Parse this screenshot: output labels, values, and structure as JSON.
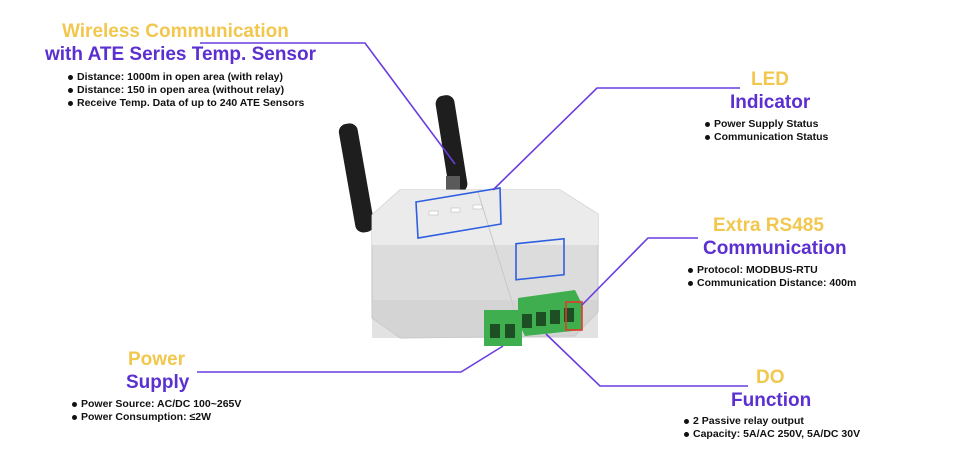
{
  "colors": {
    "highlight_yellow": "#f2c74e",
    "heading_purple": "#5b2fd0",
    "callout_line": "#6a3de0",
    "box_blue": "#2f5fe0",
    "box_green": "#3aa64a",
    "box_red": "#e03a2a"
  },
  "wireless": {
    "title_line1": "Wireless Communication",
    "title_line2": "with ATE Series Temp. Sensor",
    "bullets": [
      "Distance: 1000m in open area (with relay)",
      "Distance: 150 in open area (without relay)",
      "Receive Temp. Data of up to 240 ATE Sensors"
    ]
  },
  "led": {
    "title_line1": "LED",
    "title_line2": "Indicator",
    "bullets": [
      "Power Supply Status",
      "Communication Status"
    ]
  },
  "rs485": {
    "title_line1": "Extra RS485",
    "title_line2": "Communication",
    "bullets": [
      "Protocol: MODBUS-RTU",
      "Communication Distance: 400m"
    ]
  },
  "power": {
    "title_line1": "Power",
    "title_line2": "Supply",
    "bullets": [
      "Power Source: AC/DC 100~265V",
      "Power Consumption: ≤2W"
    ]
  },
  "do": {
    "title_line1": "DO",
    "title_line2": "Function",
    "bullets": [
      "2 Passive relay output",
      "Capacity: 5A/AC 250V, 5A/DC 30V"
    ]
  }
}
